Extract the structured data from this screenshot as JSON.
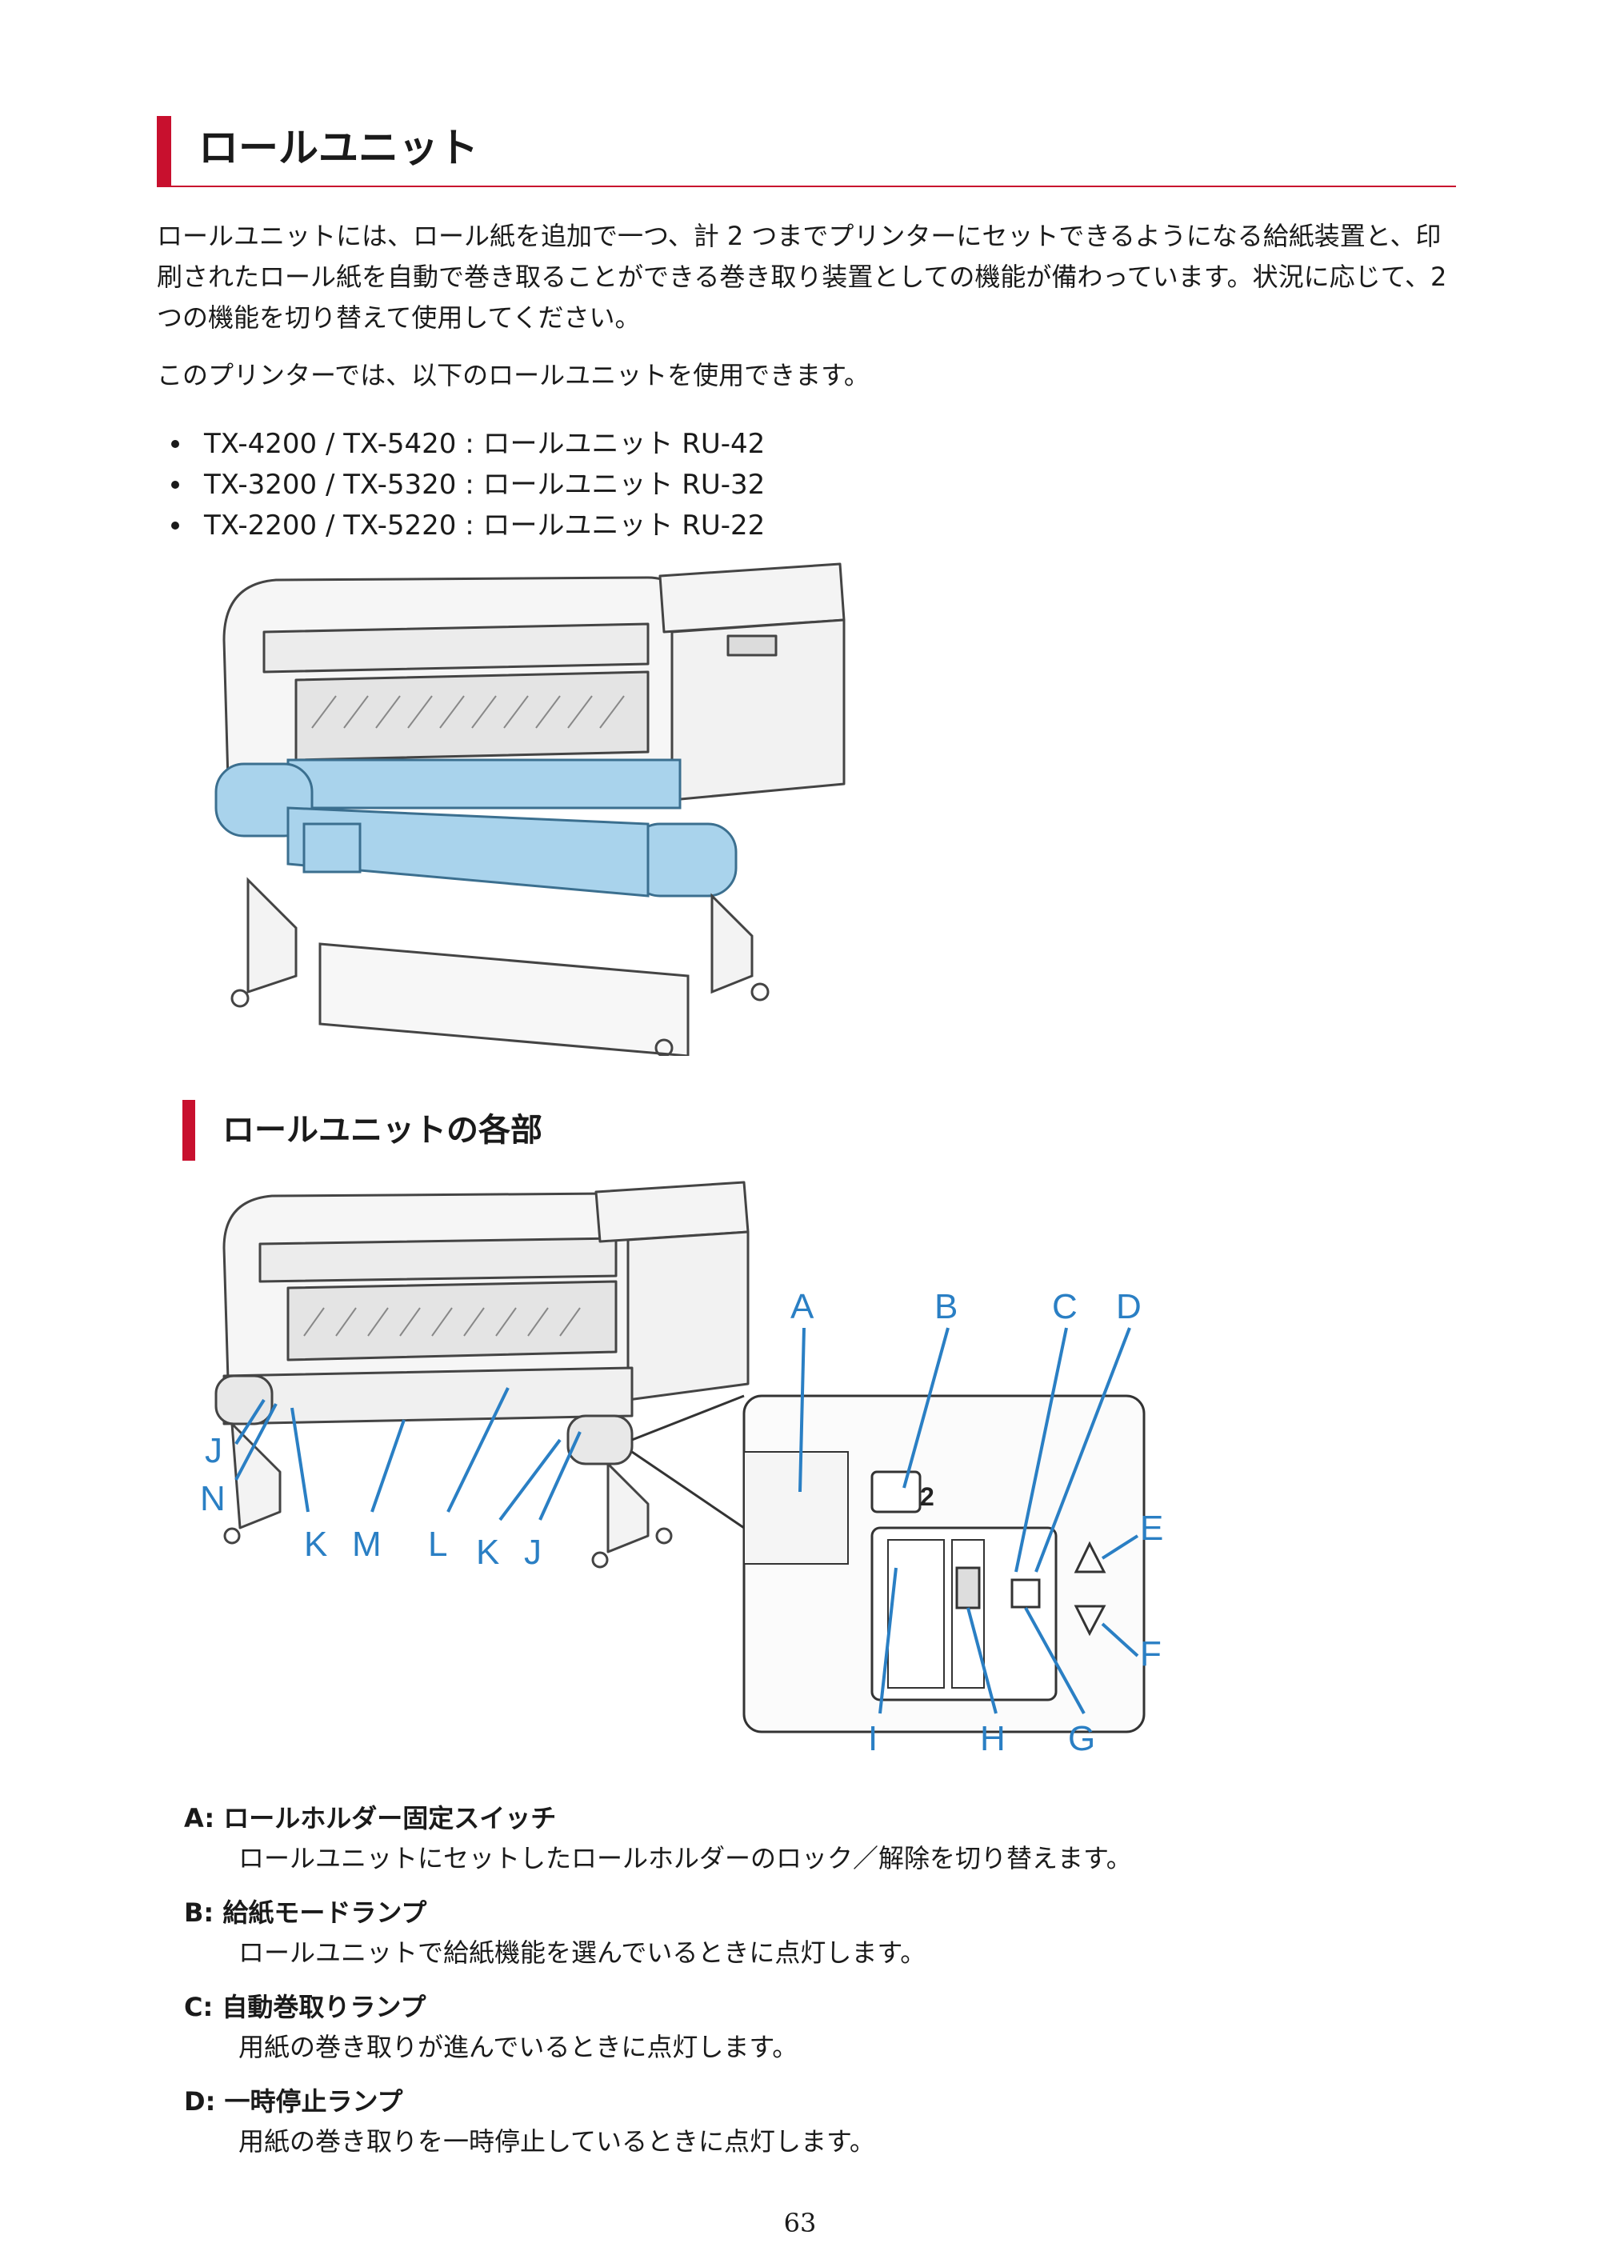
{
  "section": {
    "title": "ロールユニット",
    "intro": "ロールユニットには、ロール紙を追加で一つ、計 2 つまでプリンターにセットできるようになる給紙装置と、印刷されたロール紙を自動で巻き取ることができる巻き取り装置としての機能が備わっています。状況に応じて、2 つの機能を切り替えて使用してください。",
    "lead": "このプリンターでは、以下のロールユニットを使用できます。",
    "models": [
      "TX-4200 / TX-5420 : ロールユニット RU-42",
      "TX-3200 / TX-5320 : ロールユニット RU-32",
      "TX-2200 / TX-5220 : ロールユニット RU-22"
    ]
  },
  "parts_section": {
    "title": "ロールユニットの各部",
    "callouts": [
      "A",
      "B",
      "C",
      "D",
      "E",
      "F",
      "G",
      "H",
      "I",
      "J",
      "K",
      "L",
      "M",
      "N"
    ],
    "panel_value": "2",
    "items": [
      {
        "title": "A: ロールホルダー固定スイッチ",
        "desc": "ロールユニットにセットしたロールホルダーのロック／解除を切り替えます。"
      },
      {
        "title": "B: 給紙モードランプ",
        "desc": "ロールユニットで給紙機能を選んでいるときに点灯します。"
      },
      {
        "title": "C: 自動巻取りランプ",
        "desc": "用紙の巻き取りが進んでいるときに点灯します。"
      },
      {
        "title": "D: 一時停止ランプ",
        "desc": "用紙の巻き取りを一時停止しているときに点灯します。"
      }
    ]
  },
  "colors": {
    "accent": "#c8102e",
    "highlight": "#a9d3ec",
    "callout": "#2a7fc4"
  },
  "page_number": "63"
}
